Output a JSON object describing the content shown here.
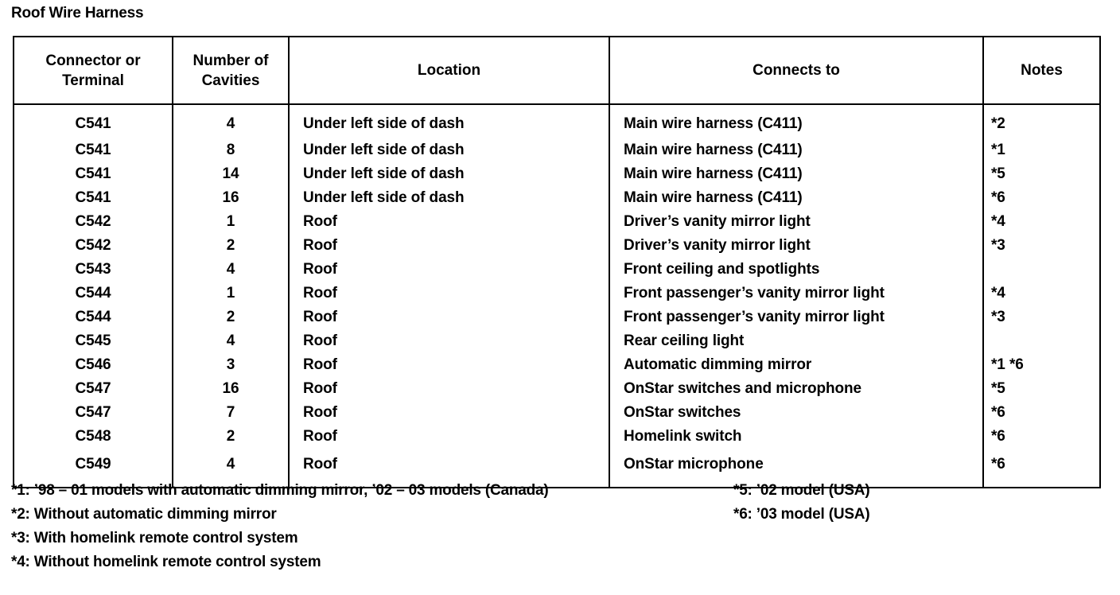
{
  "document": {
    "title": "Roof Wire Harness"
  },
  "table": {
    "columns": [
      {
        "key": "connector",
        "label": "Connector or\nTerminal",
        "label_line1": "Connector or",
        "label_line2": "Terminal"
      },
      {
        "key": "cavities",
        "label": "Number of\nCavities",
        "label_line1": "Number of",
        "label_line2": "Cavities"
      },
      {
        "key": "location",
        "label": "Location"
      },
      {
        "key": "connects",
        "label": "Connects to"
      },
      {
        "key": "notes",
        "label": "Notes"
      }
    ],
    "rows": [
      {
        "connector": "C541",
        "cavities": "4",
        "location": "Under left side of dash",
        "connects": "Main wire harness (C411)",
        "notes": "*2"
      },
      {
        "connector": "C541",
        "cavities": "8",
        "location": "Under left side of dash",
        "connects": "Main wire harness (C411)",
        "notes": "*1"
      },
      {
        "connector": "C541",
        "cavities": "14",
        "location": "Under left side of dash",
        "connects": "Main wire harness (C411)",
        "notes": "*5"
      },
      {
        "connector": "C541",
        "cavities": "16",
        "location": "Under left side of dash",
        "connects": "Main wire harness (C411)",
        "notes": "*6"
      },
      {
        "connector": "C542",
        "cavities": "1",
        "location": "Roof",
        "connects": "Driver’s vanity mirror light",
        "notes": "*4"
      },
      {
        "connector": "C542",
        "cavities": "2",
        "location": "Roof",
        "connects": "Driver’s vanity mirror light",
        "notes": "*3"
      },
      {
        "connector": "C543",
        "cavities": "4",
        "location": "Roof",
        "connects": "Front ceiling and spotlights",
        "notes": ""
      },
      {
        "connector": "C544",
        "cavities": "1",
        "location": "Roof",
        "connects": "Front passenger’s vanity mirror light",
        "notes": "*4"
      },
      {
        "connector": "C544",
        "cavities": "2",
        "location": "Roof",
        "connects": "Front passenger’s vanity mirror light",
        "notes": "*3"
      },
      {
        "connector": "C545",
        "cavities": "4",
        "location": "Roof",
        "connects": "Rear ceiling light",
        "notes": ""
      },
      {
        "connector": "C546",
        "cavities": "3",
        "location": "Roof",
        "connects": "Automatic dimming mirror",
        "notes": "*1 *6"
      },
      {
        "connector": "C547",
        "cavities": "16",
        "location": "Roof",
        "connects": "OnStar switches and microphone",
        "notes": "*5"
      },
      {
        "connector": "C547",
        "cavities": "7",
        "location": "Roof",
        "connects": "OnStar switches",
        "notes": "*6"
      },
      {
        "connector": "C548",
        "cavities": "2",
        "location": "Roof",
        "connects": "Homelink switch",
        "notes": "*6"
      },
      {
        "connector": "C549",
        "cavities": "4",
        "location": "Roof",
        "connects": "OnStar microphone",
        "notes": "*6"
      }
    ]
  },
  "footnotes": {
    "left": [
      "*1: ’98 – 01 models with automatic dimming mirror, ’02 – 03 models (Canada)",
      "*2: Without automatic dimming mirror",
      "*3: With homelink remote control system",
      "*4: Without homelink remote control system"
    ],
    "right": [
      "*5: ’02 model (USA)",
      "*6: ’03 model (USA)"
    ]
  },
  "colors": {
    "text": "#000000",
    "background": "#ffffff",
    "rule": "#000000"
  }
}
